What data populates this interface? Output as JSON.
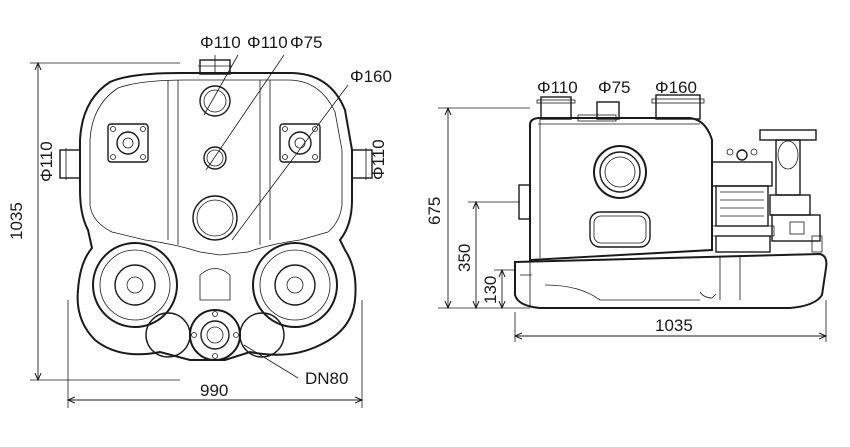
{
  "front_view": {
    "top_labels": [
      "Φ110",
      "Φ110",
      "Φ75"
    ],
    "label_160": "Φ160",
    "left_inlet": "Φ110",
    "right_inlet": "Φ110",
    "height": "1035",
    "width": "990",
    "outlet": "DN80"
  },
  "side_view": {
    "top_labels": [
      "Φ110",
      "Φ75",
      "Φ160"
    ],
    "height_total": "675",
    "height_inlet": "350",
    "height_base": "130",
    "length": "1035"
  }
}
